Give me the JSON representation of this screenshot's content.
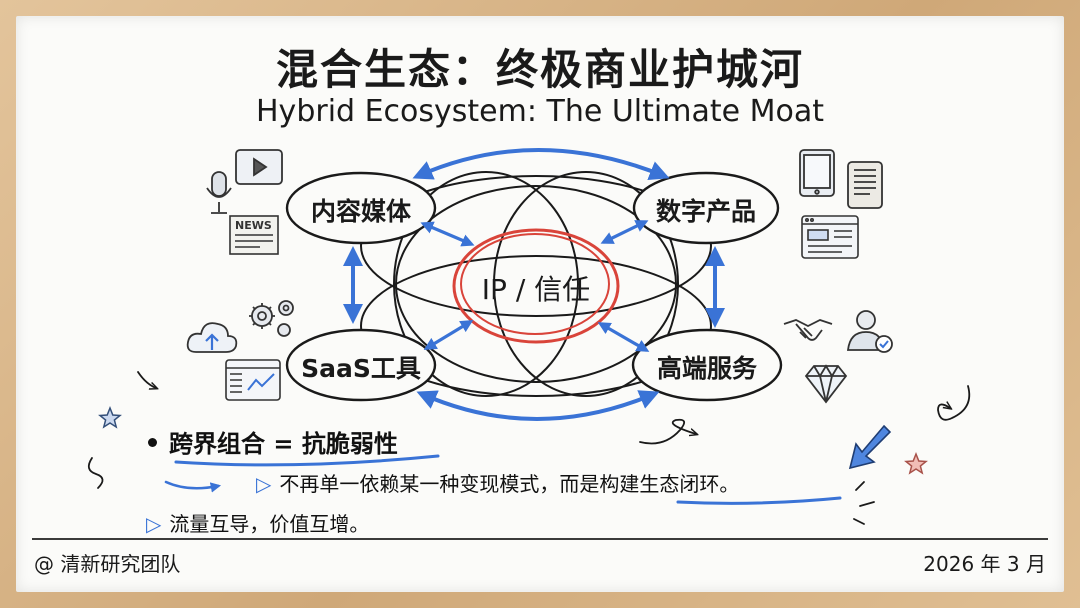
{
  "title": "混合生态：终极商业护城河",
  "subtitle": "Hybrid Ecosystem: The Ultimate Moat",
  "diagram": {
    "core": "IP / 信任",
    "nodes": {
      "content_media": "内容媒体",
      "digital_products": "数字产品",
      "saas_tools": "SaaS工具",
      "premium_services": "高端服务"
    },
    "icons": [
      "play-icon",
      "microphone-icon",
      "newspaper-icon",
      "cloud-upload-icon",
      "gears-icon",
      "dashboard-icon",
      "tablet-icon",
      "ereader-icon",
      "web-page-icon",
      "handshake-icon",
      "verified-person-icon",
      "diamond-icon"
    ],
    "news_icon_text": "NEWS",
    "colors": {
      "arrow": "#3a73d6",
      "core_ring": "#d9443a",
      "ink": "#1a1a1a"
    }
  },
  "bullets": {
    "main": "跨界组合 = 抗脆弱性",
    "sub1": "不再单一依赖某一种变现模式，而是构建生态闭环。",
    "sub2": "流量互导，价值互增。"
  },
  "footer": {
    "left": "@ 清新研究团队",
    "right": "2026 年 3 月"
  }
}
